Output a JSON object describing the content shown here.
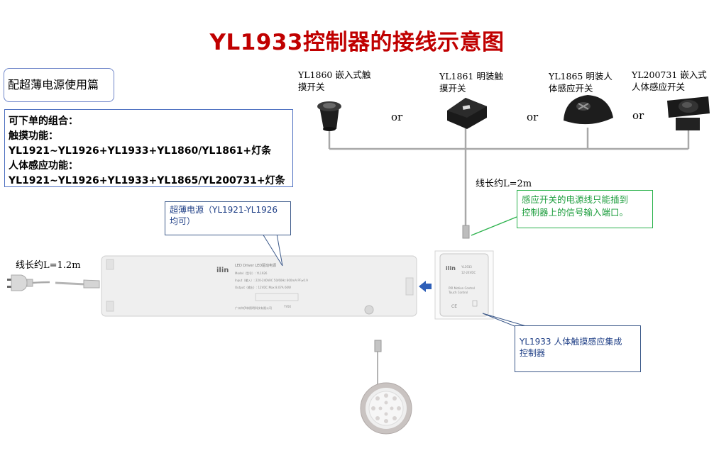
{
  "title": "YL1933控制器的接线示意图",
  "mode_box": "配超薄电源使用篇",
  "combos": {
    "heading": "可下单的组合：",
    "touch_label": "触摸功能：",
    "touch_combo": "YL1921~YL1926+YL1933+YL1860/YL1861+灯条",
    "sensor_label": "人体感应功能：",
    "sensor_combo": "YL1921~YL1926+YL1933+YL1865/YL200731+灯条"
  },
  "switches": [
    {
      "line1": "YL1860 嵌入式触",
      "line2": "摸开关"
    },
    {
      "line1": "YL1861 明装触",
      "line2": "摸开关"
    },
    {
      "line1": "YL1865 明装人",
      "line2": "体感应开关"
    },
    {
      "line1": "YL200731 嵌入式",
      "line2": "人体感应开关"
    }
  ],
  "or_text": "or",
  "switch_wire_length": "线长约L=2m",
  "power_wire_length": "线长约L=1.2m",
  "green_note": {
    "line1": "感应开关的电源线只能插到",
    "line2": "控制器上的信号输入端口。"
  },
  "driver_callout": {
    "line1": "超薄电源（YL1921-YL1926",
    "line2": "均可）"
  },
  "controller_callout": {
    "line1": "YL1933 人体触摸感应集成",
    "line2": "控制器"
  },
  "driver_label": {
    "brand": "ilin",
    "product": "LED Driver LED驱动电源",
    "model": "Model（型号）: YL1926",
    "input": "Input（输入）: 220-240VAC 50/60Hz 600mA PF≥0.9",
    "output": "Output（输出）: 12VDC Max 8.07A 60W",
    "maker": "广州市伊林照明科技有限公司"
  },
  "controller_label": {
    "brand": "ilin",
    "model": "YL1933"
  },
  "colors": {
    "title": "#c00000",
    "callout_border": "#3d5a8a",
    "green": "#2bb24c",
    "wire": "#a8a8a8",
    "arrow": "#2e5fb8"
  }
}
